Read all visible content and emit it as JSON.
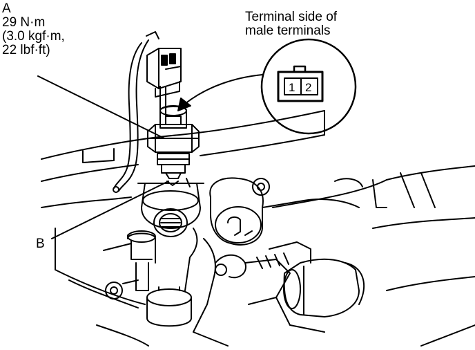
{
  "callout_a": {
    "letter": "A",
    "torque_nm": "29 N·m",
    "torque_kgf": "(3.0 kgf·m,",
    "torque_lbf": "22 lbf·ft)"
  },
  "callout_b": {
    "letter": "B"
  },
  "terminal_view": {
    "title_line1": "Terminal side of",
    "title_line2": "male terminals",
    "pins": [
      "1",
      "2"
    ]
  }
}
